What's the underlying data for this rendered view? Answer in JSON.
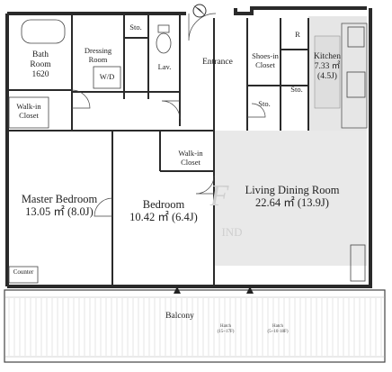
{
  "rooms": {
    "bath": {
      "name": "Bath",
      "name2": "Room",
      "size": "1620"
    },
    "dressing": {
      "name": "Dressing",
      "name2": "Room"
    },
    "sto_top": "Sto.",
    "wd": "W/D",
    "lav": "Lav.",
    "entrance": "Entrance",
    "shoes": {
      "name": "Shoes-in",
      "name2": "Closet"
    },
    "r": "R",
    "kitchen": {
      "name": "Kitchen",
      "size": "7.33 ㎡",
      "jo": "(4.5J)"
    },
    "sto_kitchen": "Sto.",
    "sto_hall": "Sto.",
    "wic_left": {
      "name": "Walk-in",
      "name2": "Closet"
    },
    "wic_center": {
      "name": "Walk-in",
      "name2": "Closet"
    },
    "master": {
      "name": "Master Bedroom",
      "size": "13.05 ㎡ (8.0J)"
    },
    "bedroom": {
      "name": "Bedroom",
      "size": "10.42 ㎡ (6.4J)"
    },
    "living": {
      "name": "Living Dining Room",
      "size": "22.64 ㎡ (13.9J)"
    },
    "counter": "Counter",
    "balcony": "Balcony",
    "hatch1": {
      "name": "Hatch",
      "sub": "(15~17F)"
    },
    "hatch2": {
      "name": "Hatch",
      "sub": "(5~10·18F)"
    }
  },
  "watermark": {
    "letter": "F",
    "text": "IND"
  },
  "colors": {
    "wall": "#2a2a2a",
    "floor_living": "#e9e9e9",
    "floor_kitchen": "#e6e6e6",
    "paper": "#ffffff"
  }
}
